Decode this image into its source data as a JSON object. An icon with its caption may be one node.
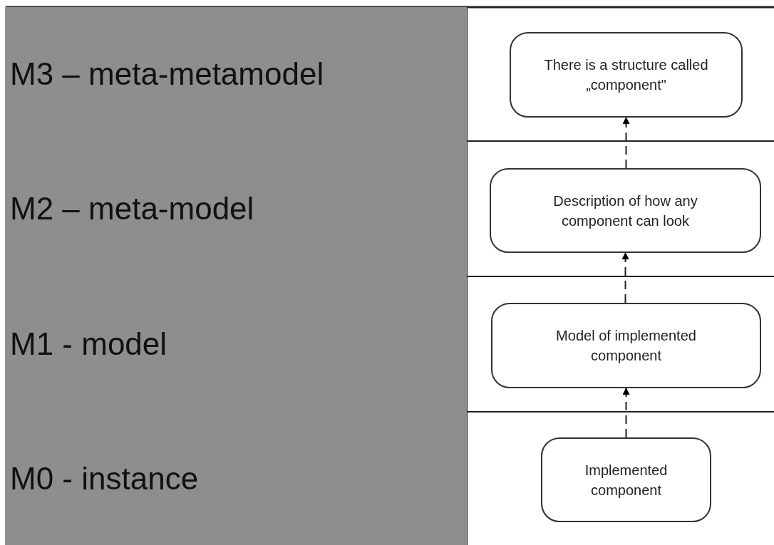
{
  "diagram": {
    "nodes": [
      {
        "text": [
          "M3 – meta-metamodel"
        ]
      },
      {
        "text": [
          "There is a structure called „component\""
        ]
      },
      {
        "text": [
          "M2 – meta-model"
        ]
      },
      {
        "text": [
          "Description of how any component can look"
        ]
      },
      {
        "text": [
          "M1 - model"
        ]
      },
      {
        "text": [
          "Model of implemented component"
        ]
      },
      {
        "text": [
          "M0 - instance"
        ]
      },
      {
        "text": [
          "Implemented component"
        ]
      }
    ],
    "edges": [
      {
        "from": 7,
        "to": 5,
        "arrow": "to",
        "style": "dashed"
      },
      {
        "from": 5,
        "to": 3,
        "arrow": "to",
        "style": "dashed"
      },
      {
        "from": 3,
        "to": 1,
        "arrow": "to",
        "style": "dashed"
      }
    ]
  }
}
